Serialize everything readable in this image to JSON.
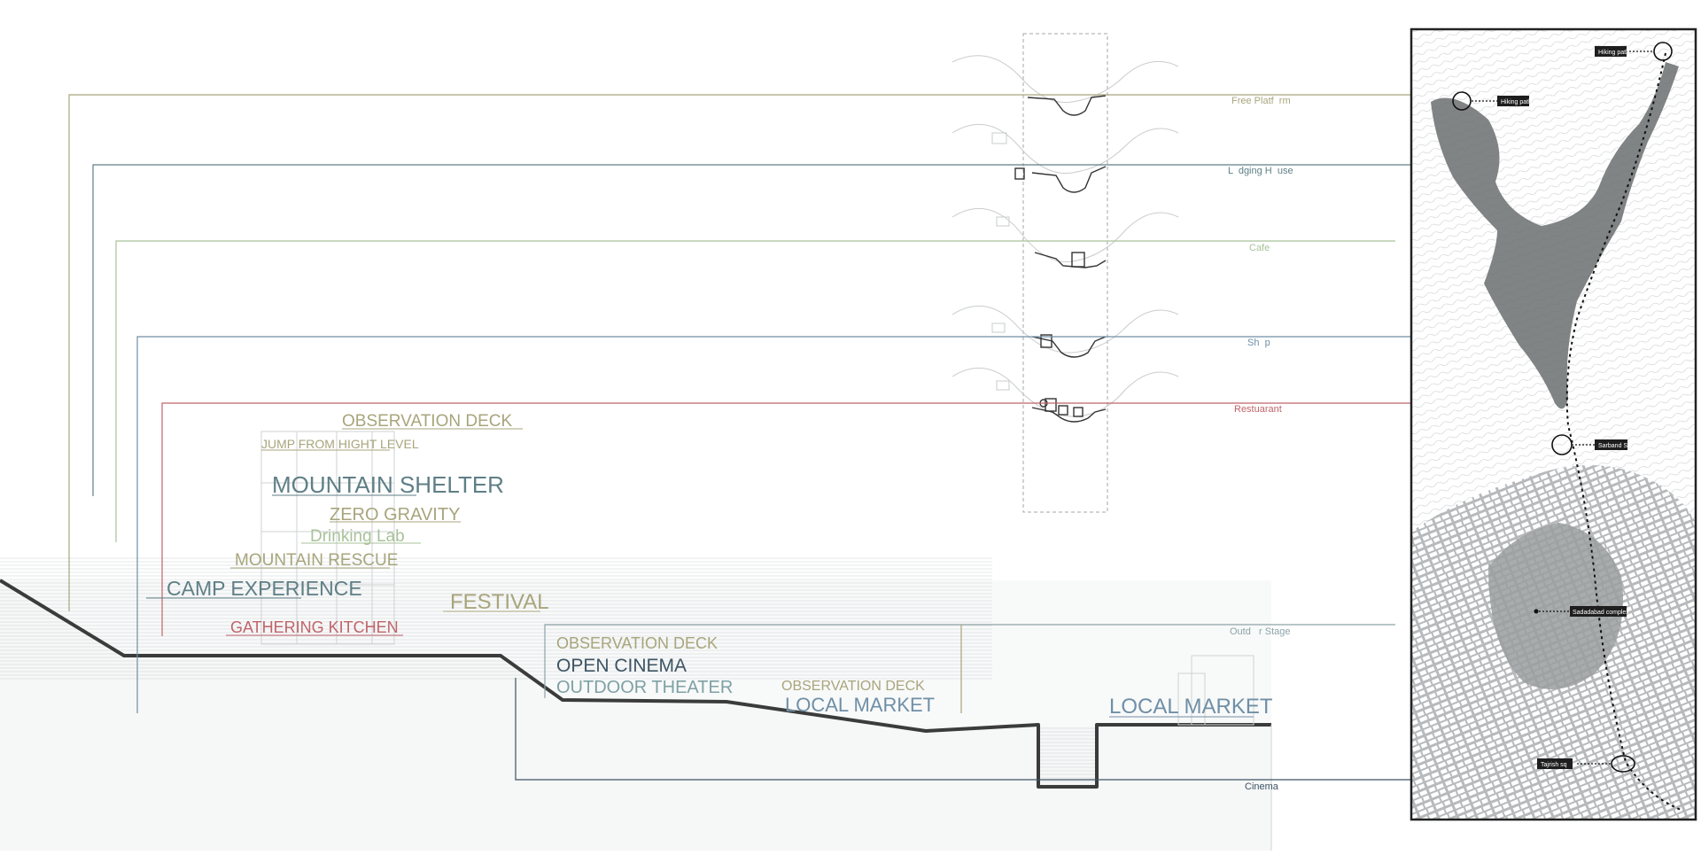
{
  "colors": {
    "olive": "#a8a57c",
    "teal": "#5f7f86",
    "sage": "#a9c29a",
    "blue": "#6f8fa6",
    "red": "#c0646a",
    "navy": "#3c5464",
    "grey": "#9aa7ad",
    "ink": "#333333"
  },
  "section_labels": {
    "free_platform": "Free Platf  rm",
    "lodging_house": "L  dging H  use",
    "cafe": "Cafe",
    "shop": "Sh  p",
    "restaurant": "Restuarant",
    "outdoor_stage": "Outd   r Stage",
    "cinema": "Cinema"
  },
  "upper_program": {
    "observation_deck": "OBSERVATION DECK",
    "jump": "JUMP FROM HIGHT LEVEL",
    "mountain_shelter": "MOUNTAIN SHELTER",
    "zero_gravity": "ZERO GRAVITY",
    "drinking_lab": "Drinking Lab",
    "mountain_rescue": "MOUNTAIN RESCUE",
    "camp_experience": "CAMP EXPERIENCE",
    "festival": "FESTIVAL",
    "gathering_kitchen": "GATHERING KITCHEN"
  },
  "lower_program": {
    "observation_deck": "OBSERVATION DECK",
    "open_cinema": "OPEN CINEMA",
    "outdoor_theater": "OUTDOOR THEATER",
    "observation_deck_2": "OBSERVATION DECK",
    "local_market": "LOCAL MARKET",
    "local_market_2": "LOCAL MARKET"
  },
  "map_labels": {
    "hiking_path_1": "Hiking path",
    "hiking_path_2": "Hiking path",
    "sarband_sq": "Sarband Sq",
    "saadabad": "Sadadabad complex",
    "tajrish_sq": "Tajrish sq"
  }
}
